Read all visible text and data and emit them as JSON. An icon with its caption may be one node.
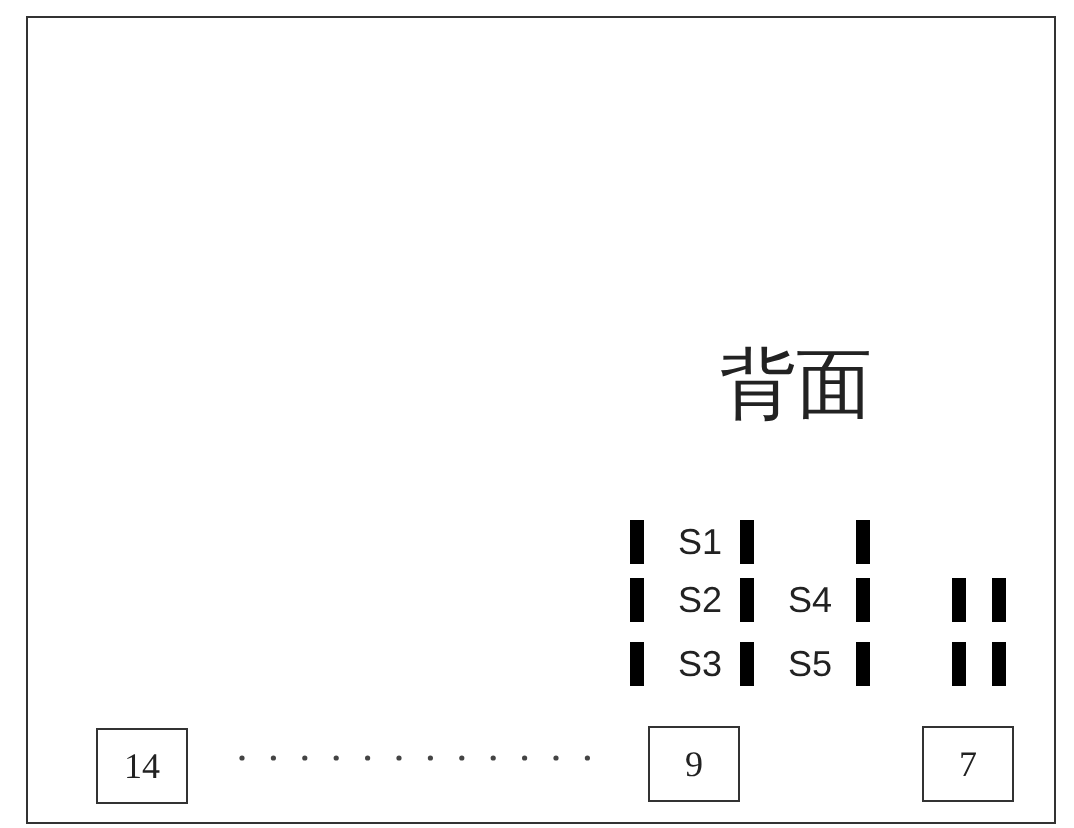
{
  "diagram": {
    "nodes": [
      {
        "text": [
          "背面"
        ]
      },
      {
        "text": [
          "14"
        ],
        "in": 0
      },
      {
        "text": [
          "9"
        ],
        "in": 0
      },
      {
        "text": [
          "7"
        ],
        "in": 0
      }
    ],
    "labels": [
      "S1",
      "S2",
      "S4",
      "S3",
      "S5"
    ]
  }
}
